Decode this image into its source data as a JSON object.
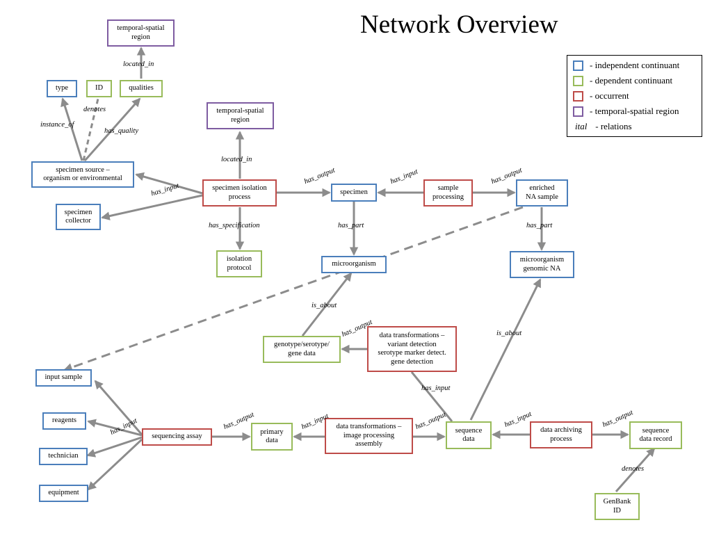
{
  "title": "Network Overview",
  "colors": {
    "independent_continuant": "#4a7ebb",
    "dependent_continuant": "#98bb5a",
    "occurrent": "#be4b48",
    "temporal_spatial_region": "#7e5ca1",
    "edge": "#8c8c8c"
  },
  "legend": {
    "independent_continuant": "- independent continuant",
    "dependent_continuant": "- dependent continuant",
    "occurrent": "- occurrent",
    "temporal_spatial_region": "- temporal-spatial region",
    "relations_marker": "ital",
    "relations": " - relations"
  },
  "nodes": {
    "tsr_top": "temporal-spatial\nregion",
    "type": "type",
    "id": "ID",
    "qualities": "qualities",
    "tsr_mid": "temporal-spatial\nregion",
    "specimen_source": "specimen source –\norganism or environmental",
    "specimen_collector": "specimen\ncollector",
    "isolation_process": "specimen isolation\nprocess",
    "isolation_protocol": "isolation\nprotocol",
    "specimen": "specimen",
    "sample_processing": "sample\nprocessing",
    "enriched_na": "enriched\nNA sample",
    "microorganism": "microorganism",
    "micro_genomic_na": "microorganism\ngenomic NA",
    "genotype_data": "genotype/serotype/\ngene data",
    "data_transform_variant": "data transformations –\nvariant detection\nserotype marker detect.\ngene detection",
    "input_sample": "input sample",
    "reagents": "reagents",
    "technician": "technician",
    "equipment": "equipment",
    "sequencing_assay": "sequencing assay",
    "primary_data": "primary\ndata",
    "data_transform_image": "data transformations –\nimage processing\nassembly",
    "sequence_data": "sequence\ndata",
    "data_archiving": "data archiving\nprocess",
    "sequence_record": "sequence\ndata record",
    "genbank_id": "GenBank\nID"
  },
  "relations": {
    "located_in_top": "located_in",
    "denotes_id": "denotes",
    "instance_of": "instance_of",
    "has_quality": "has_quality",
    "located_in_mid": "located_in",
    "has_input_isolation": "has_input",
    "has_output_isolation": "has_output",
    "has_input_sample_proc": "has_input",
    "has_output_sample_proc": "has_output",
    "has_specification": "has_specification",
    "has_part_specimen": "has_part",
    "has_part_enriched": "has_part",
    "is_about_genotype": "is_about",
    "has_output_variant": "has_output",
    "is_about_sequence": "is_about",
    "has_input_variant": "has_input",
    "has_input_assay": "has_input",
    "has_output_assay": "has_output",
    "has_input_image": "has_input",
    "has_output_image": "has_output",
    "has_input_archiving": "has_input",
    "has_output_archiving": "has_output",
    "denotes_genbank": "denotes"
  }
}
